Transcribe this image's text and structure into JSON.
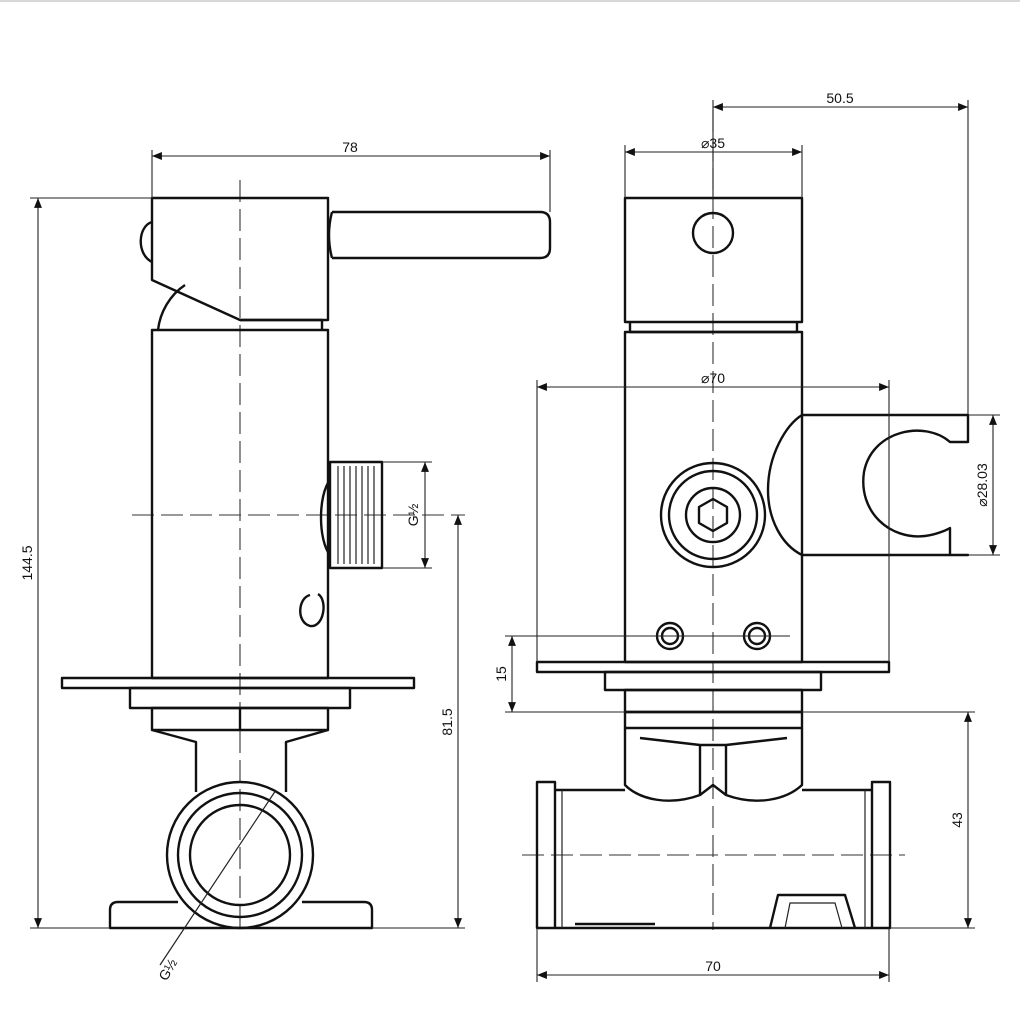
{
  "side_view": {
    "dim_width": "78",
    "dim_height": "144.5",
    "dim_outlet_height": "81.5",
    "thread_outlet": "G½",
    "thread_inlet": "G½"
  },
  "front_view": {
    "dim_offset": "50.5",
    "dim_handle_dia": "⌀35",
    "dim_plate_dia": "⌀70",
    "dim_holder_dia": "⌀28.03",
    "dim_plate_offset": "15",
    "dim_body_height": "43",
    "dim_body_width": "70"
  }
}
